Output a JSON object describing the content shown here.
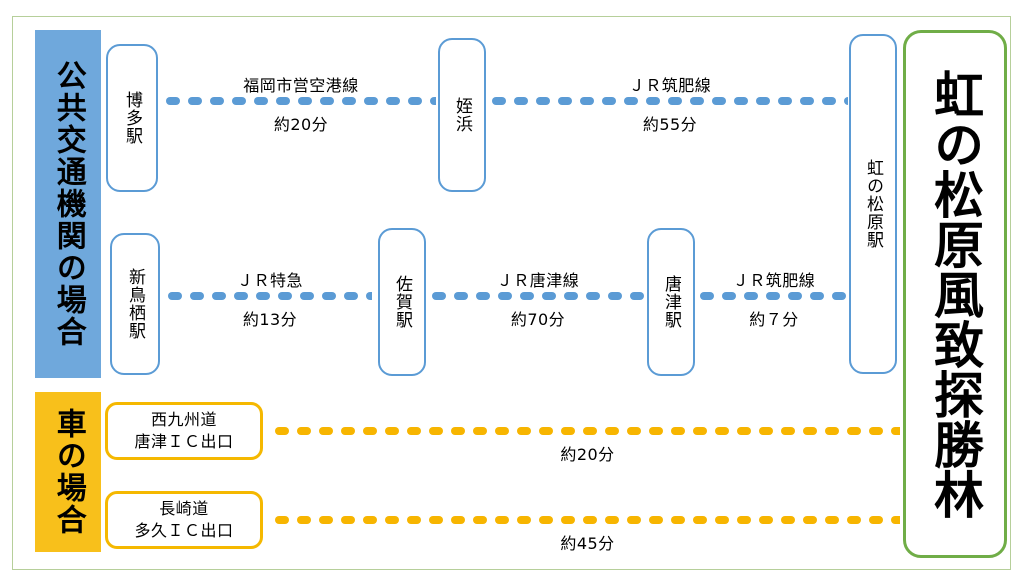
{
  "diagram": {
    "title_destination": "虹の松原風致探勝林",
    "categories": [
      {
        "id": "transit",
        "label": "公共交通機関の場合",
        "color": "#6fa8dc"
      },
      {
        "id": "car",
        "label": "車の場合",
        "color": "#f8c01b"
      }
    ],
    "colors": {
      "transit_band": "#6fa8dc",
      "car_band": "#f8c01b",
      "station_border": "#5b9bd5",
      "transit_dash": "#5b9bd5",
      "car_dash": "#f7b500",
      "carbox_border": "#f5b800",
      "destination_border": "#70ad47",
      "outer_frame": "#b6cf9a"
    },
    "transit_routes": [
      {
        "id": "route-hakata",
        "stations": [
          "博多駅",
          "姪浜",
          "虹の松原駅"
        ],
        "segments": [
          {
            "line": "福岡市営空港線",
            "time": "約20分"
          },
          {
            "line": "ＪＲ筑肥線",
            "time": "約55分"
          }
        ]
      },
      {
        "id": "route-shintosu",
        "stations": [
          "新鳥栖駅",
          "佐賀駅",
          "唐津駅",
          "虹の松原駅"
        ],
        "segments": [
          {
            "line": "ＪＲ特急",
            "time": "約13分"
          },
          {
            "line": "ＪＲ唐津線",
            "time": "約70分"
          },
          {
            "line": "ＪＲ筑肥線",
            "time": "約７分"
          }
        ]
      }
    ],
    "car_routes": [
      {
        "id": "car-karatsu",
        "origin_line1": "西九州道",
        "origin_line2": "唐津ＩＣ出口",
        "time": "約20分"
      },
      {
        "id": "car-taku",
        "origin_line1": "長崎道",
        "origin_line2": "多久ＩＣ出口",
        "time": "約45分"
      }
    ]
  }
}
